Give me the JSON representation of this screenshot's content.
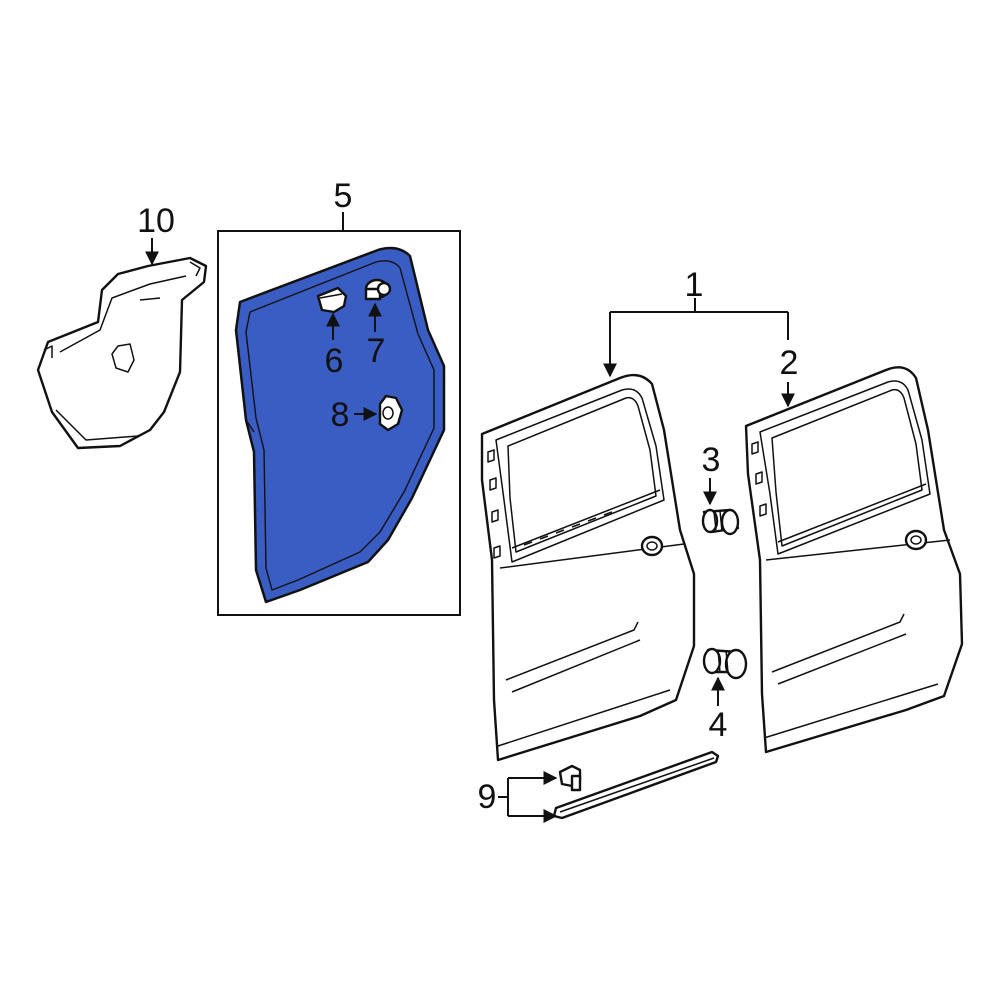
{
  "diagram": {
    "highlight_color": "#3a5dc4",
    "line_color": "#111111",
    "background": "#ffffff",
    "callouts": [
      {
        "id": "c1",
        "label": "1"
      },
      {
        "id": "c2",
        "label": "2"
      },
      {
        "id": "c3",
        "label": "3"
      },
      {
        "id": "c4",
        "label": "4"
      },
      {
        "id": "c5",
        "label": "5"
      },
      {
        "id": "c6",
        "label": "6"
      },
      {
        "id": "c7",
        "label": "7"
      },
      {
        "id": "c8",
        "label": "8"
      },
      {
        "id": "c9",
        "label": "9"
      },
      {
        "id": "c10",
        "label": "10"
      }
    ]
  }
}
